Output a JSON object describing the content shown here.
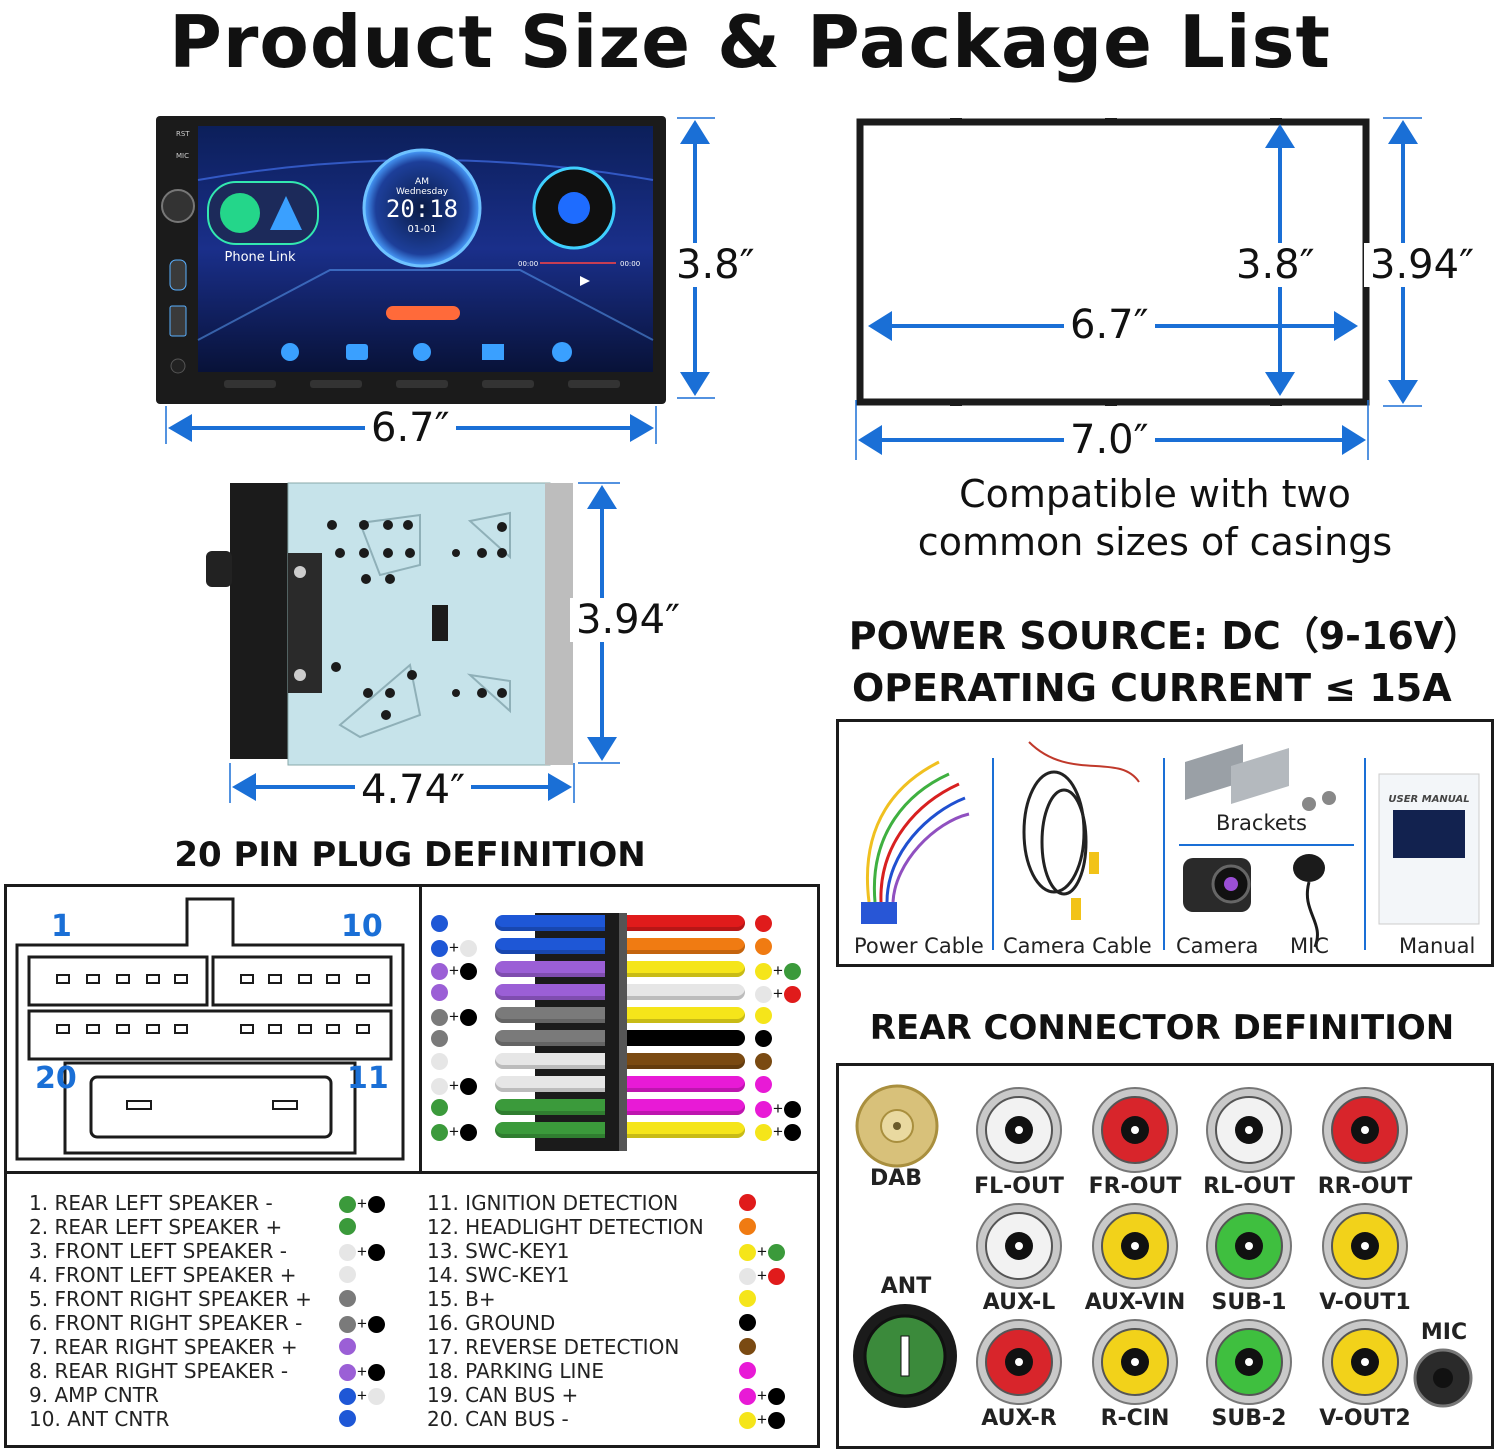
{
  "title": "Product Size & Package List",
  "dimensions": {
    "front_height": "3.8″",
    "front_width": "6.7″",
    "frame_inner_height": "3.8″",
    "frame_outer_height": "3.94″",
    "frame_inner_width": "6.7″",
    "frame_outer_width": "7.0″",
    "side_height": "3.94″",
    "side_depth": "4.74″"
  },
  "compat_text": [
    "Compatible with two",
    "common sizes of casings"
  ],
  "screen": {
    "clock_ampm": "AM",
    "clock_day": "Wednesday",
    "clock_time": "20:18",
    "clock_date": "01-01",
    "phone_link": "Phone Link",
    "time_start": "00:00",
    "time_end": "00:00",
    "side_labels": [
      "RST",
      "MIC"
    ]
  },
  "power": {
    "line1": "POWER SOURCE: DC（9-16V）",
    "line2": "OPERATING CURRENT ≤ 15A"
  },
  "package": {
    "items": [
      "Power Cable",
      "Camera Cable",
      "Brackets",
      "Camera",
      "MIC",
      "Manual"
    ],
    "manual_cover": "USER MANUAL"
  },
  "pin_heading": "20 PIN PLUG DEFINITION",
  "pin_numbers": {
    "top_left": "1",
    "top_right": "10",
    "bottom_left": "20",
    "bottom_right": "11"
  },
  "pins_left": [
    {
      "label": "1. REAR LEFT SPEAKER -",
      "c1": "#3b9a3b",
      "c2": "#000000"
    },
    {
      "label": "2. REAR LEFT SPEAKER +",
      "c1": "#3b9a3b",
      "c2": ""
    },
    {
      "label": "3. FRONT LEFT SPEAKER -",
      "c1": "#e6e6e6",
      "c2": "#000000"
    },
    {
      "label": "4. FRONT LEFT SPEAKER +",
      "c1": "#e6e6e6",
      "c2": ""
    },
    {
      "label": "5. FRONT RIGHT SPEAKER +",
      "c1": "#7a7a7a",
      "c2": ""
    },
    {
      "label": "6. FRONT RIGHT SPEAKER -",
      "c1": "#7a7a7a",
      "c2": "#000000"
    },
    {
      "label": "7. REAR RIGHT SPEAKER +",
      "c1": "#9b5fd6",
      "c2": ""
    },
    {
      "label": "8. REAR RIGHT SPEAKER -",
      "c1": "#9b5fd6",
      "c2": "#000000"
    },
    {
      "label": "9. AMP CNTR",
      "c1": "#1e57d6",
      "c2": "#e6e6e6"
    },
    {
      "label": "10. ANT CNTR",
      "c1": "#1e57d6",
      "c2": ""
    }
  ],
  "pins_right": [
    {
      "label": "11. IGNITION DETECTION",
      "c1": "#e01b1b",
      "c2": ""
    },
    {
      "label": "12. HEADLIGHT DETECTION",
      "c1": "#f07b12",
      "c2": ""
    },
    {
      "label": "13. SWC-KEY1",
      "c1": "#f5e51a",
      "c2": "#3b9a3b"
    },
    {
      "label": "14. SWC-KEY1",
      "c1": "#e6e6e6",
      "c2": "#e01b1b"
    },
    {
      "label": "15. B+",
      "c1": "#f5e51a",
      "c2": ""
    },
    {
      "label": "16. GROUND",
      "c1": "#000000",
      "c2": ""
    },
    {
      "label": "17. REVERSE DETECTION",
      "c1": "#7a4a12",
      "c2": ""
    },
    {
      "label": "18. PARKING LINE",
      "c1": "#e81ad6",
      "c2": ""
    },
    {
      "label": "19. CAN BUS +",
      "c1": "#e81ad6",
      "c2": "#000000"
    },
    {
      "label": "20. CAN BUS -",
      "c1": "#f5e51a",
      "c2": "#000000"
    }
  ],
  "wires_left": [
    {
      "c1": "#1e57d6",
      "c2": ""
    },
    {
      "c1": "#1e57d6",
      "c2": "#e6e6e6"
    },
    {
      "c1": "#9b5fd6",
      "c2": "#000000"
    },
    {
      "c1": "#9b5fd6",
      "c2": ""
    },
    {
      "c1": "#7a7a7a",
      "c2": "#000000"
    },
    {
      "c1": "#7a7a7a",
      "c2": ""
    },
    {
      "c1": "#e6e6e6",
      "c2": ""
    },
    {
      "c1": "#e6e6e6",
      "c2": "#000000"
    },
    {
      "c1": "#3b9a3b",
      "c2": ""
    },
    {
      "c1": "#3b9a3b",
      "c2": "#000000"
    }
  ],
  "wires_right": [
    {
      "c1": "#e01b1b",
      "c2": ""
    },
    {
      "c1": "#f07b12",
      "c2": ""
    },
    {
      "c1": "#f5e51a",
      "c2": "#3b9a3b"
    },
    {
      "c1": "#e6e6e6",
      "c2": "#e01b1b"
    },
    {
      "c1": "#f5e51a",
      "c2": ""
    },
    {
      "c1": "#000000",
      "c2": ""
    },
    {
      "c1": "#7a4a12",
      "c2": ""
    },
    {
      "c1": "#e81ad6",
      "c2": ""
    },
    {
      "c1": "#e81ad6",
      "c2": "#000000"
    },
    {
      "c1": "#f5e51a",
      "c2": "#000000"
    }
  ],
  "rear_heading": "REAR CONNECTOR DEFINITION",
  "rear_connectors": [
    {
      "label": "FL-OUT",
      "color": "#f2f2f2"
    },
    {
      "label": "FR-OUT",
      "color": "#d8252b"
    },
    {
      "label": "RL-OUT",
      "color": "#f2f2f2"
    },
    {
      "label": "RR-OUT",
      "color": "#d8252b"
    },
    {
      "label": "AUX-L",
      "color": "#f2f2f2"
    },
    {
      "label": "AUX-VIN",
      "color": "#f2d21a"
    },
    {
      "label": "SUB-1",
      "color": "#3fbf3f"
    },
    {
      "label": "V-OUT1",
      "color": "#f2d21a"
    },
    {
      "label": "AUX-R",
      "color": "#d8252b"
    },
    {
      "label": "R-CIN",
      "color": "#f2d21a"
    },
    {
      "label": "SUB-2",
      "color": "#3fbf3f"
    },
    {
      "label": "V-OUT2",
      "color": "#f2d21a"
    }
  ],
  "rear_extra": {
    "dab": "DAB",
    "ant": "ANT",
    "mic": "MIC"
  },
  "colors": {
    "arrow": "#1a6fd6",
    "accent_blue": "#1a6fd6"
  }
}
